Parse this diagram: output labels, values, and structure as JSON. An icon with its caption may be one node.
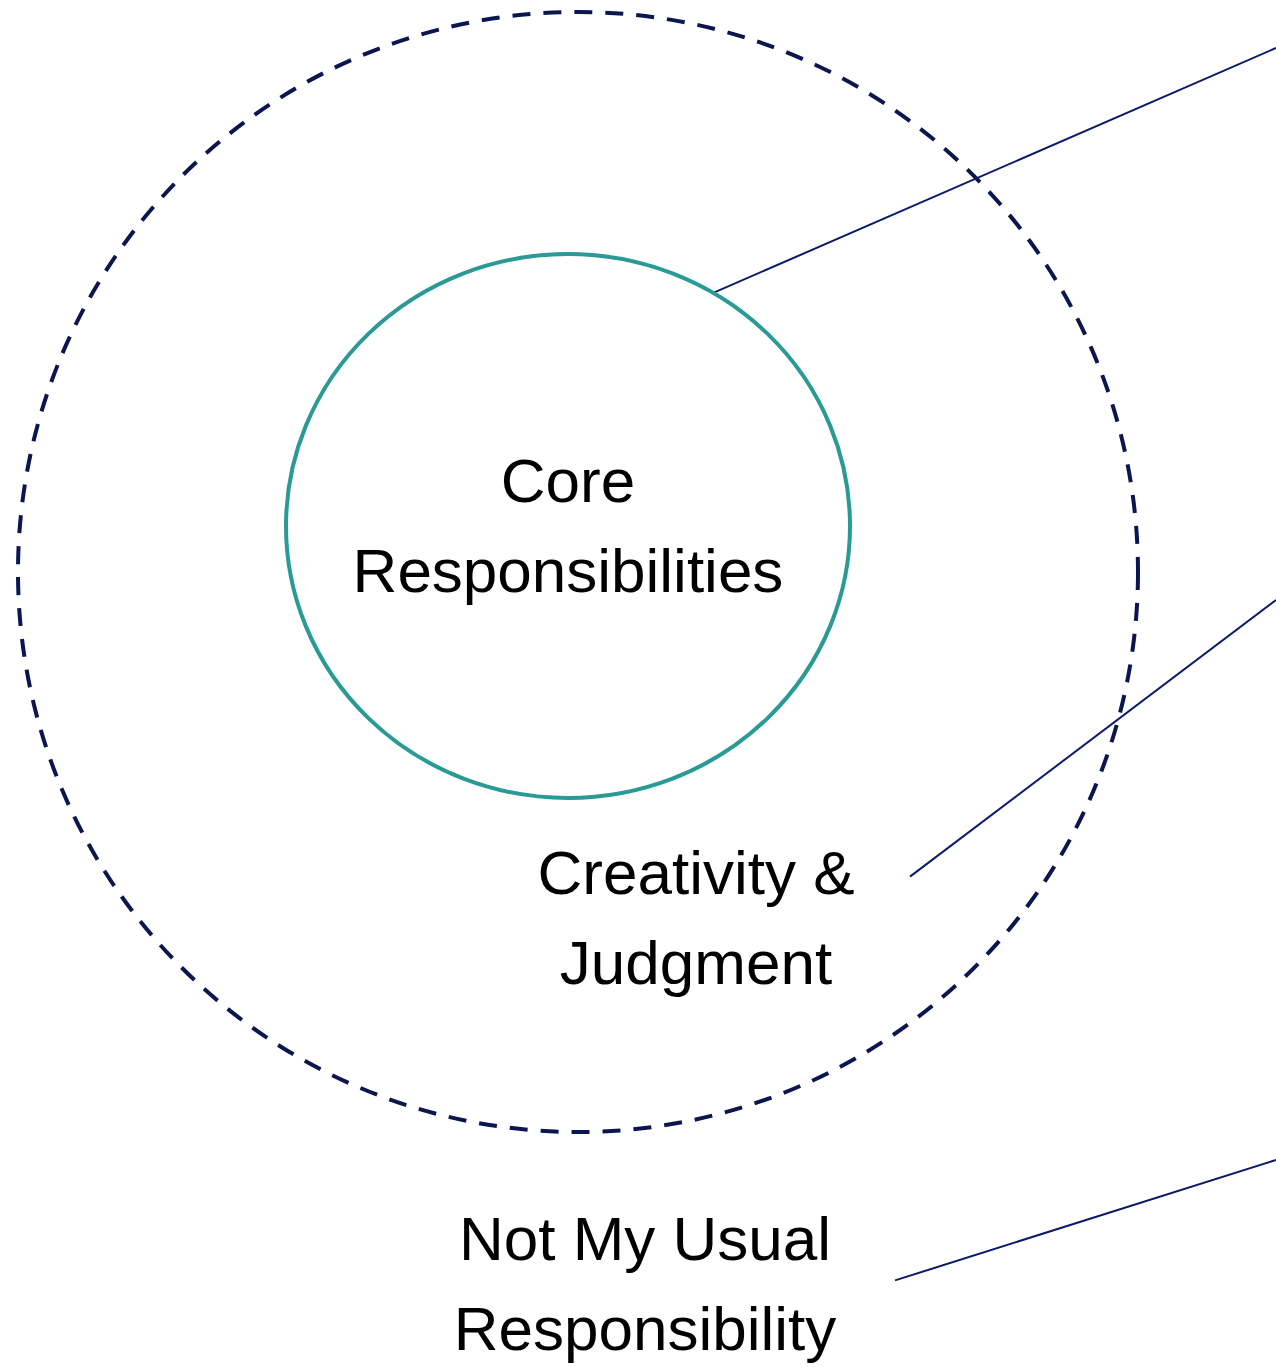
{
  "diagram": {
    "nodes": [
      {
        "text": [],
        "shape": "circle"
      },
      {
        "text": [
          "Core Responsibilities"
        ],
        "in": 0
      },
      {
        "text": [
          "Creativity & Judgment"
        ],
        "in": 0
      },
      {
        "text": [
          "Not My Usual Responsibility"
        ]
      }
    ],
    "edges": [
      {
        "from": 1,
        "to": null,
        "arrow": "none"
      },
      {
        "from": 2,
        "to": null,
        "arrow": "none"
      },
      {
        "from": 3,
        "to": null,
        "arrow": "none"
      }
    ]
  }
}
